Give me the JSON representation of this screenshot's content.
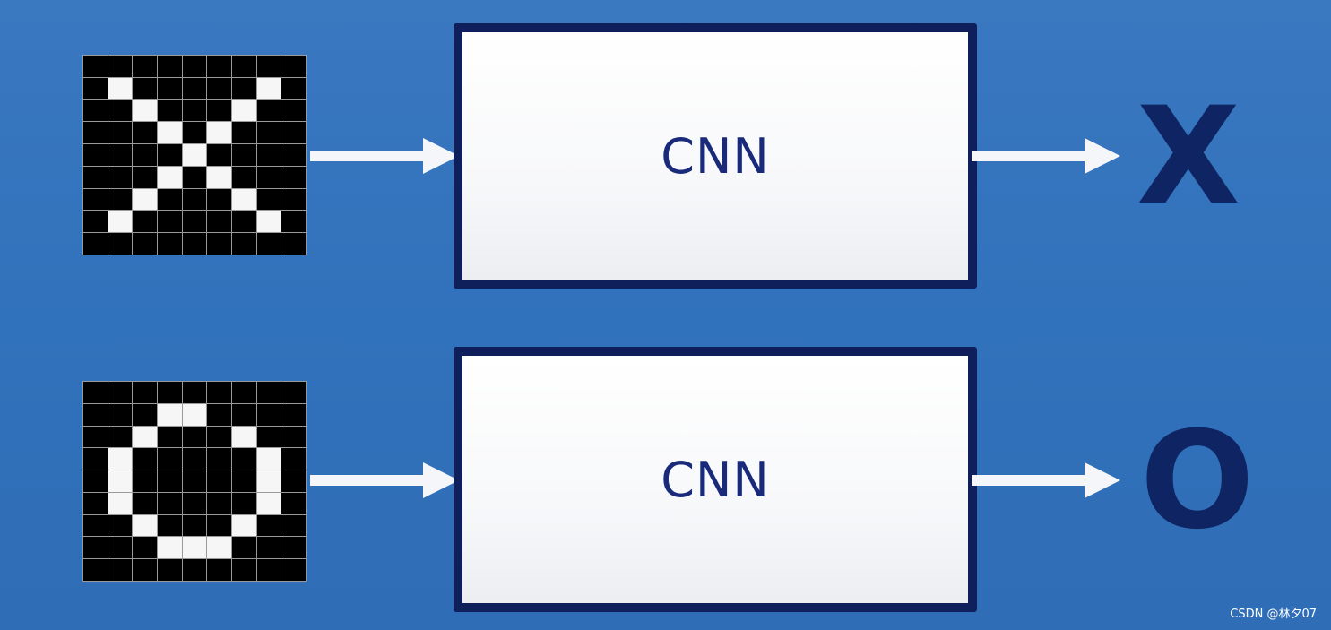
{
  "colors": {
    "background": "#3172bc",
    "box_border": "#0e1f5c",
    "box_text": "#1a2a7a",
    "output_text": "#0f2462",
    "arrow": "#f4f6fa",
    "pixel_on": "#f6f6f6",
    "pixel_off": "#000000"
  },
  "rows": [
    {
      "input_pattern": [
        "000000000",
        "010000010",
        "001000100",
        "000101000",
        "000010000",
        "000101000",
        "001000100",
        "010000010",
        "000000000"
      ],
      "model_label": "CNN",
      "output_label": "X"
    },
    {
      "input_pattern": [
        "000000000",
        "000110000",
        "001000100",
        "010000010",
        "010000010",
        "010000010",
        "001000100",
        "000111000",
        "000000000"
      ],
      "model_label": "CNN",
      "output_label": "O"
    }
  ],
  "watermark": "CSDN @林夕07"
}
